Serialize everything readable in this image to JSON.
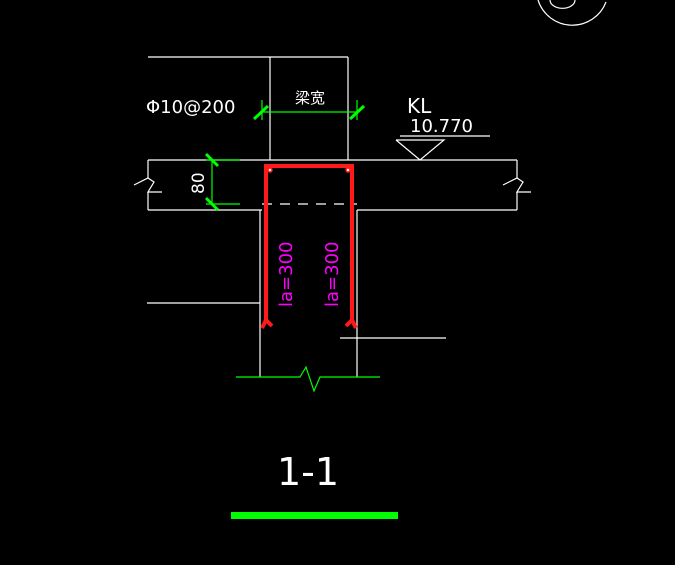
{
  "drawing": {
    "rebar_spec": "Φ10@200",
    "beam_width_label": "梁宽",
    "slab_thickness_label": "80",
    "beam_mark": "KL",
    "elevation": "10.770",
    "anchor_left": "la=300",
    "anchor_right": "la=300",
    "section_title": "1-1"
  },
  "colors": {
    "background": "#000000",
    "line_white": "#ffffff",
    "rebar_red": "#ff1a1a",
    "dimension_green": "#00ff00",
    "anchor_magenta": "#ff00ff"
  }
}
